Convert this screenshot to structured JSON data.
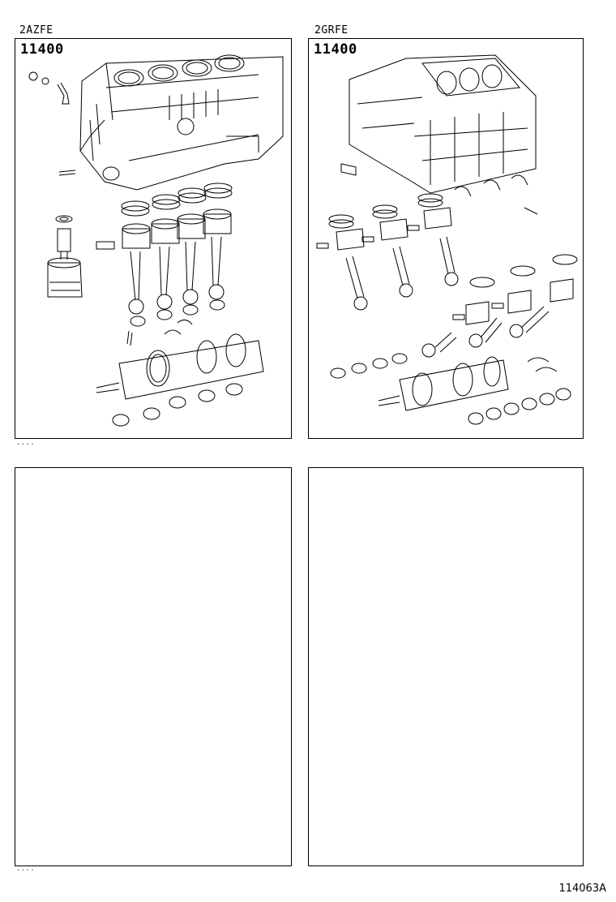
{
  "panels": [
    {
      "engine": "2AZFE",
      "part_number": "11400"
    },
    {
      "engine": "2GRFE",
      "part_number": "11400"
    }
  ],
  "figure_code": "114063A"
}
